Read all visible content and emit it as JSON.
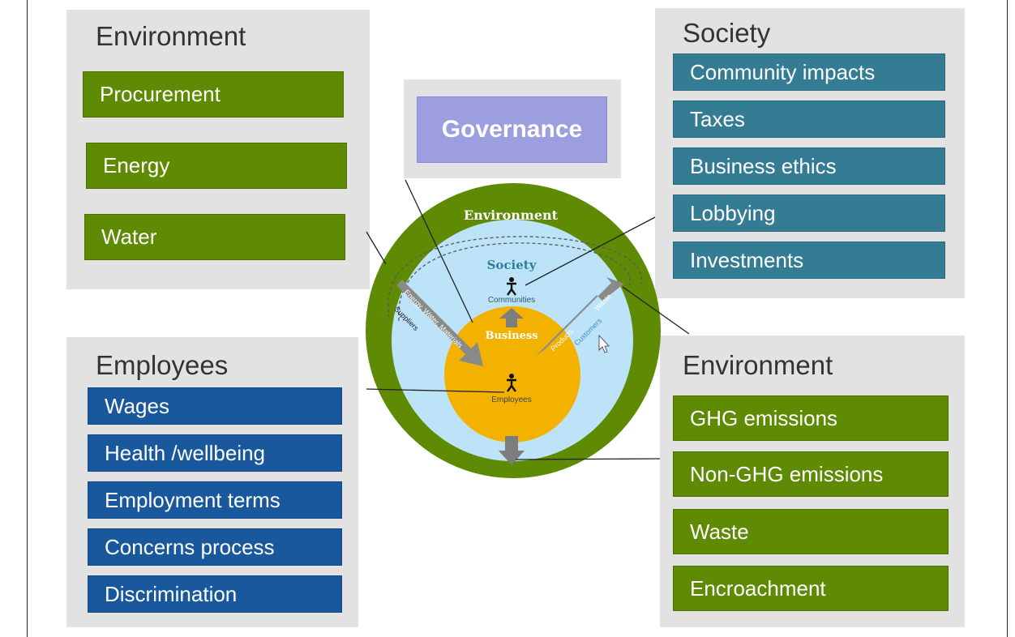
{
  "governance": "Governance",
  "env_top": {
    "title": "Environment",
    "items": [
      "Procurement",
      "Energy",
      "Water"
    ]
  },
  "society": {
    "title": "Society",
    "items": [
      "Community impacts",
      "Taxes",
      "Business ethics",
      "Lobbying",
      "Investments"
    ]
  },
  "employees": {
    "title": "Employees",
    "items": [
      "Wages",
      "Health /wellbeing",
      "Employment terms",
      "Concerns process",
      "Discrimination"
    ]
  },
  "env_bottom": {
    "title": "Environment",
    "items": [
      "GHG emissions",
      "Non-GHG emissions",
      "Waste",
      "Encroachment"
    ]
  },
  "circle": {
    "environment_label": "Environment",
    "society_label": "Society",
    "communities_label": "Communities",
    "business_label": "Business",
    "employees_label": "Employees",
    "inputs_arrow_line1": "Energy, Water, Materials",
    "inputs_arrow_line2": "Suppliers",
    "outputs_arrow_line1": "Products",
    "outputs_arrow_line2": "Waste",
    "customers_label": "Customers"
  },
  "colors": {
    "environment_green": "#5f8a04",
    "society_teal": "#347c93",
    "employees_blue": "#19589c",
    "governance_purple": "#9d9ee0",
    "business_orange": "#f3b200",
    "society_light_blue": "#bde3f9"
  }
}
